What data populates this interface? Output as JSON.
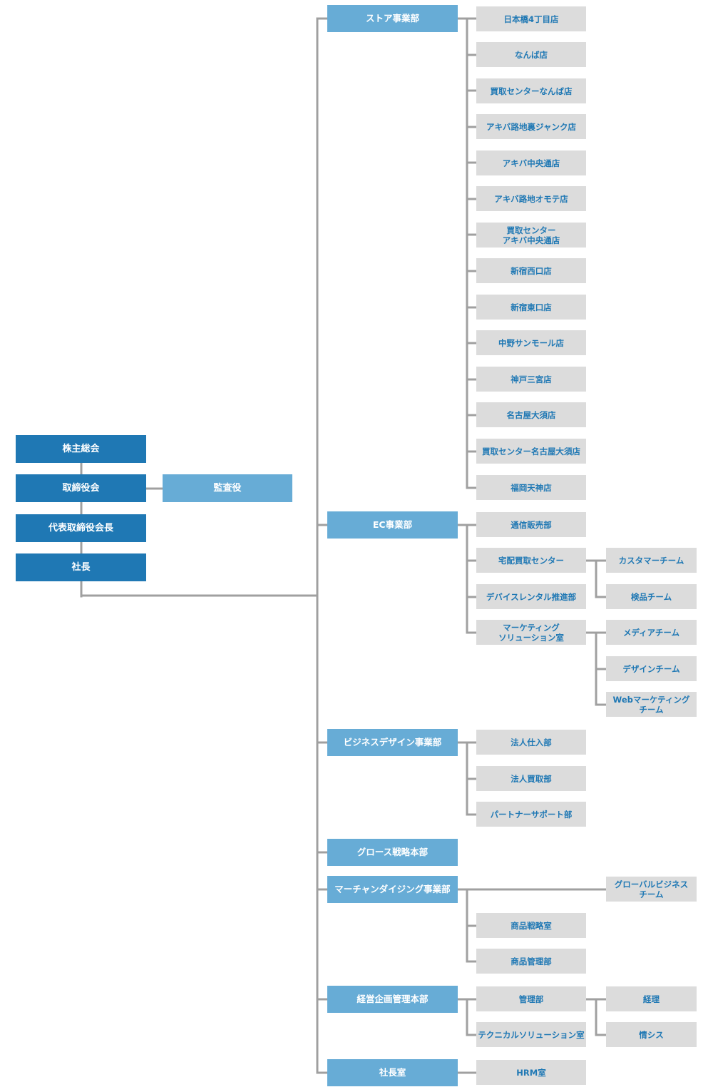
{
  "executives": {
    "shareholders": "株主総会",
    "board": "取締役会",
    "auditor": "監査役",
    "chairman": "代表取締役会長",
    "president": "社長"
  },
  "departments": {
    "store": {
      "label": "ストア事業部",
      "subs": [
        "日本橋4丁目店",
        "なんば店",
        "買取センターなんば店",
        "アキバ路地裏ジャンク店",
        "アキバ中央通店",
        "アキバ路地オモテ店",
        "買取センター\nアキバ中央通店",
        "新宿西口店",
        "新宿東口店",
        "中野サンモール店",
        "神戸三宮店",
        "名古屋大須店",
        "買取センター名古屋大須店",
        "福岡天神店"
      ]
    },
    "ec": {
      "label": "EC事業部",
      "subs": [
        "通信販売部",
        "宅配買取センター",
        "デバイスレンタル推進部",
        "マーケティング\nソリューション室"
      ],
      "teams_takuhai": [
        "カスタマーチーム",
        "検品チーム"
      ],
      "teams_marketing": [
        "メディアチーム",
        "デザインチーム",
        "Webマーケティング\nチーム"
      ]
    },
    "bizdesign": {
      "label": "ビジネスデザイン事業部",
      "subs": [
        "法人仕入部",
        "法人買取部",
        "パートナーサポート部"
      ]
    },
    "growth": {
      "label": "グロース戦略本部"
    },
    "md": {
      "label": "マーチャンダイジング事業部",
      "team_global": "グローバルビジネス\nチーム",
      "subs": [
        "商品戦略室",
        "商品管理部"
      ]
    },
    "mgmt": {
      "label": "経営企画管理本部",
      "subs": [
        "管理部",
        "テクニカルソリューション室"
      ],
      "teams": [
        "経理",
        "情シス"
      ]
    },
    "office": {
      "label": "社長室",
      "subs": [
        "HRM室"
      ]
    }
  }
}
